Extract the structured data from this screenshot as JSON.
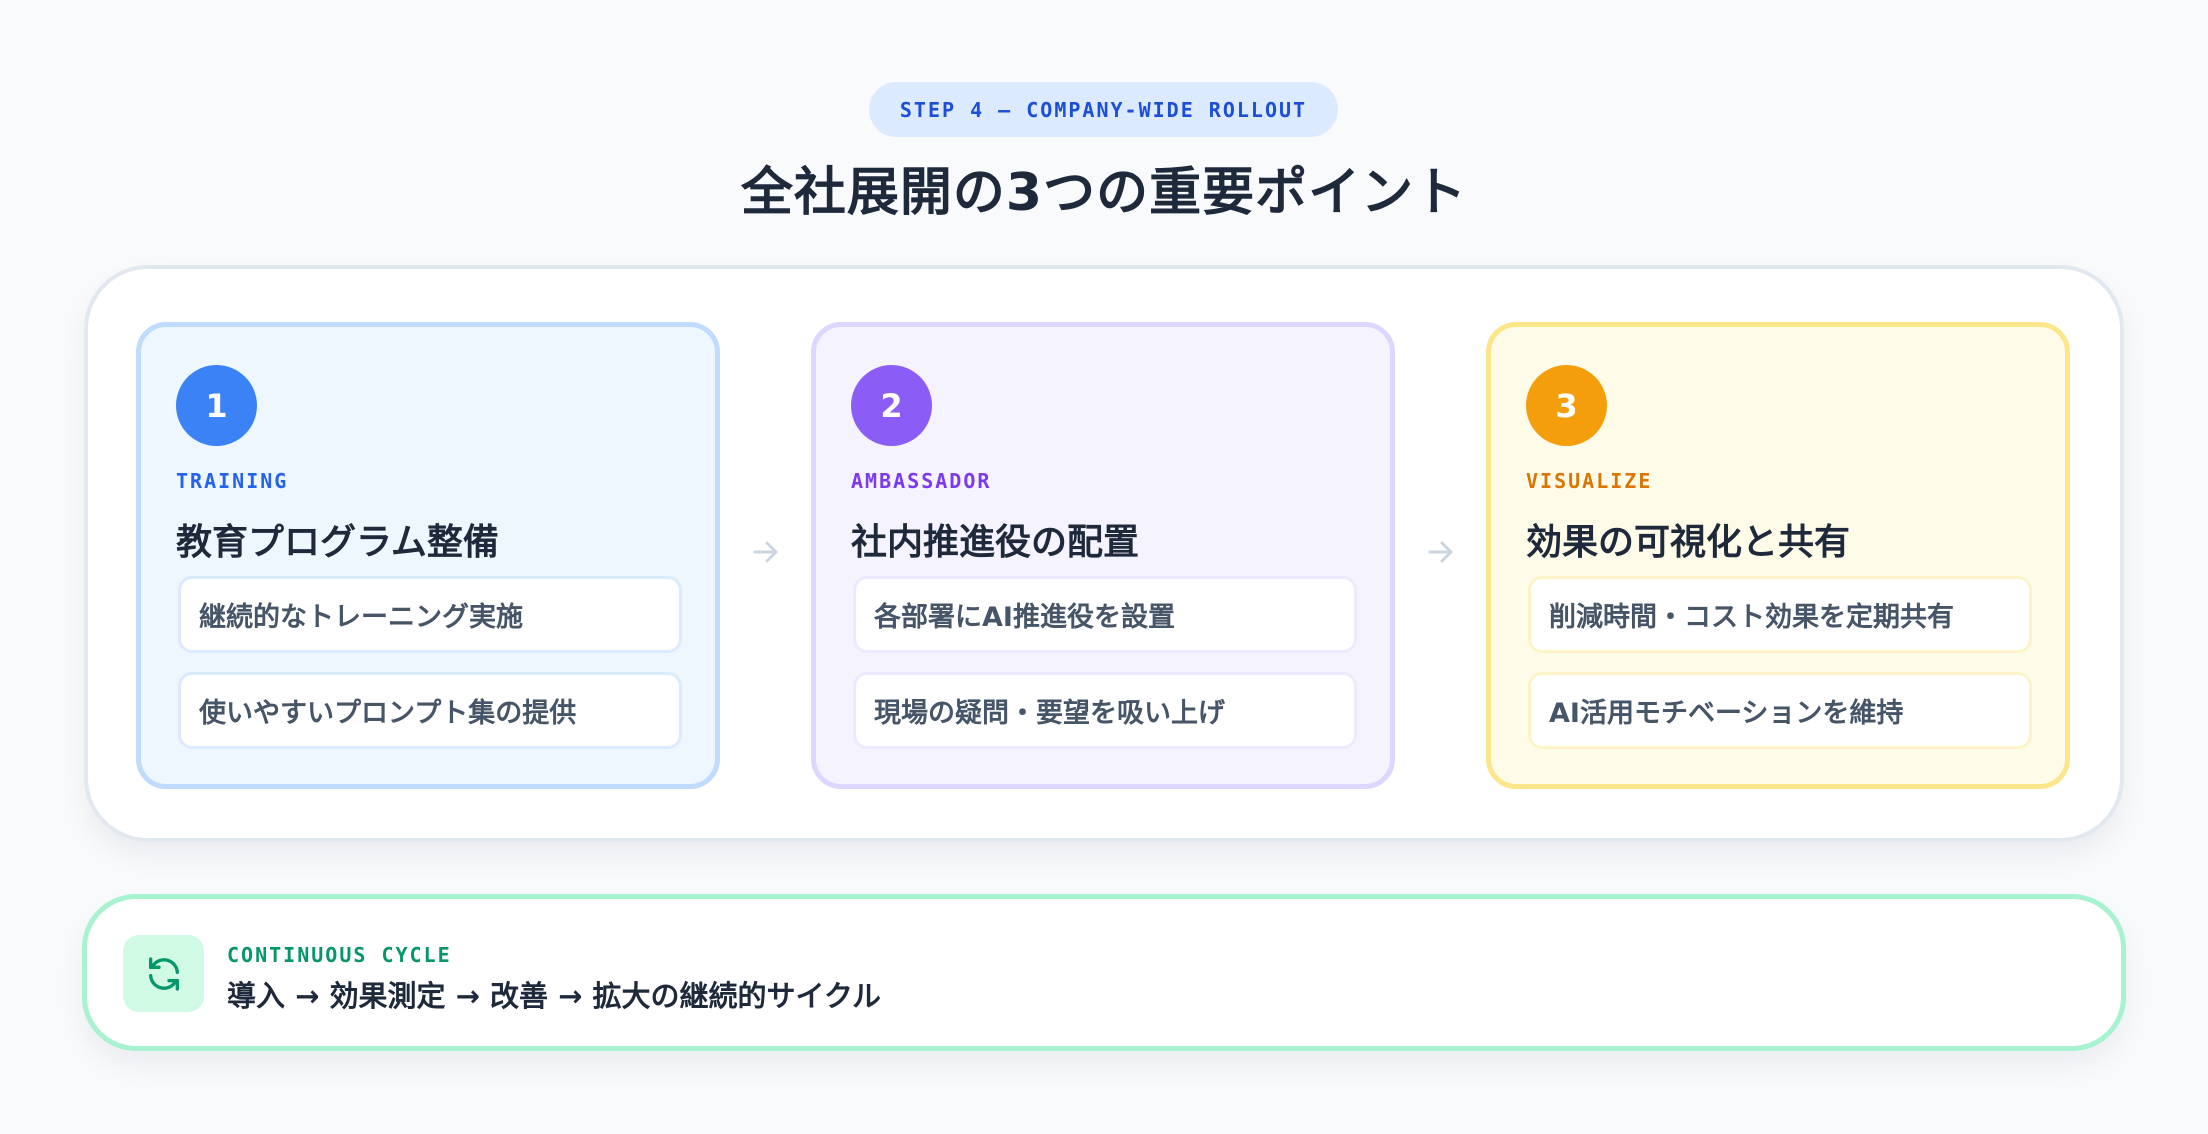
{
  "header": {
    "eyebrow": "STEP 4 — COMPANY-WIDE ROLLOUT",
    "title": "全社展開の3つの重要ポイント"
  },
  "cards": [
    {
      "number": "1",
      "kicker": "TRAINING",
      "title": "教育プログラム整備",
      "items": [
        "継続的なトレーニング実施",
        "使いやすいプロンプト集の提供"
      ],
      "accent": "#3b82f6"
    },
    {
      "number": "2",
      "kicker": "AMBASSADOR",
      "title": "社内推進役の配置",
      "items": [
        "各部署にAI推進役を設置",
        "現場の疑問・要望を吸い上げ"
      ],
      "accent": "#8b5cf6"
    },
    {
      "number": "3",
      "kicker": "VISUALIZE",
      "title": "効果の可視化と共有",
      "items": [
        "削減時間・コスト効果を定期共有",
        "AI活用モチベーションを維持"
      ],
      "accent": "#f59e0b"
    }
  ],
  "cycle": {
    "kicker": "CONTINUOUS CYCLE",
    "text": "導入 → 効果測定 → 改善 → 拡大の継続的サイクル",
    "icon": "refresh-icon",
    "accent": "#10b981"
  }
}
